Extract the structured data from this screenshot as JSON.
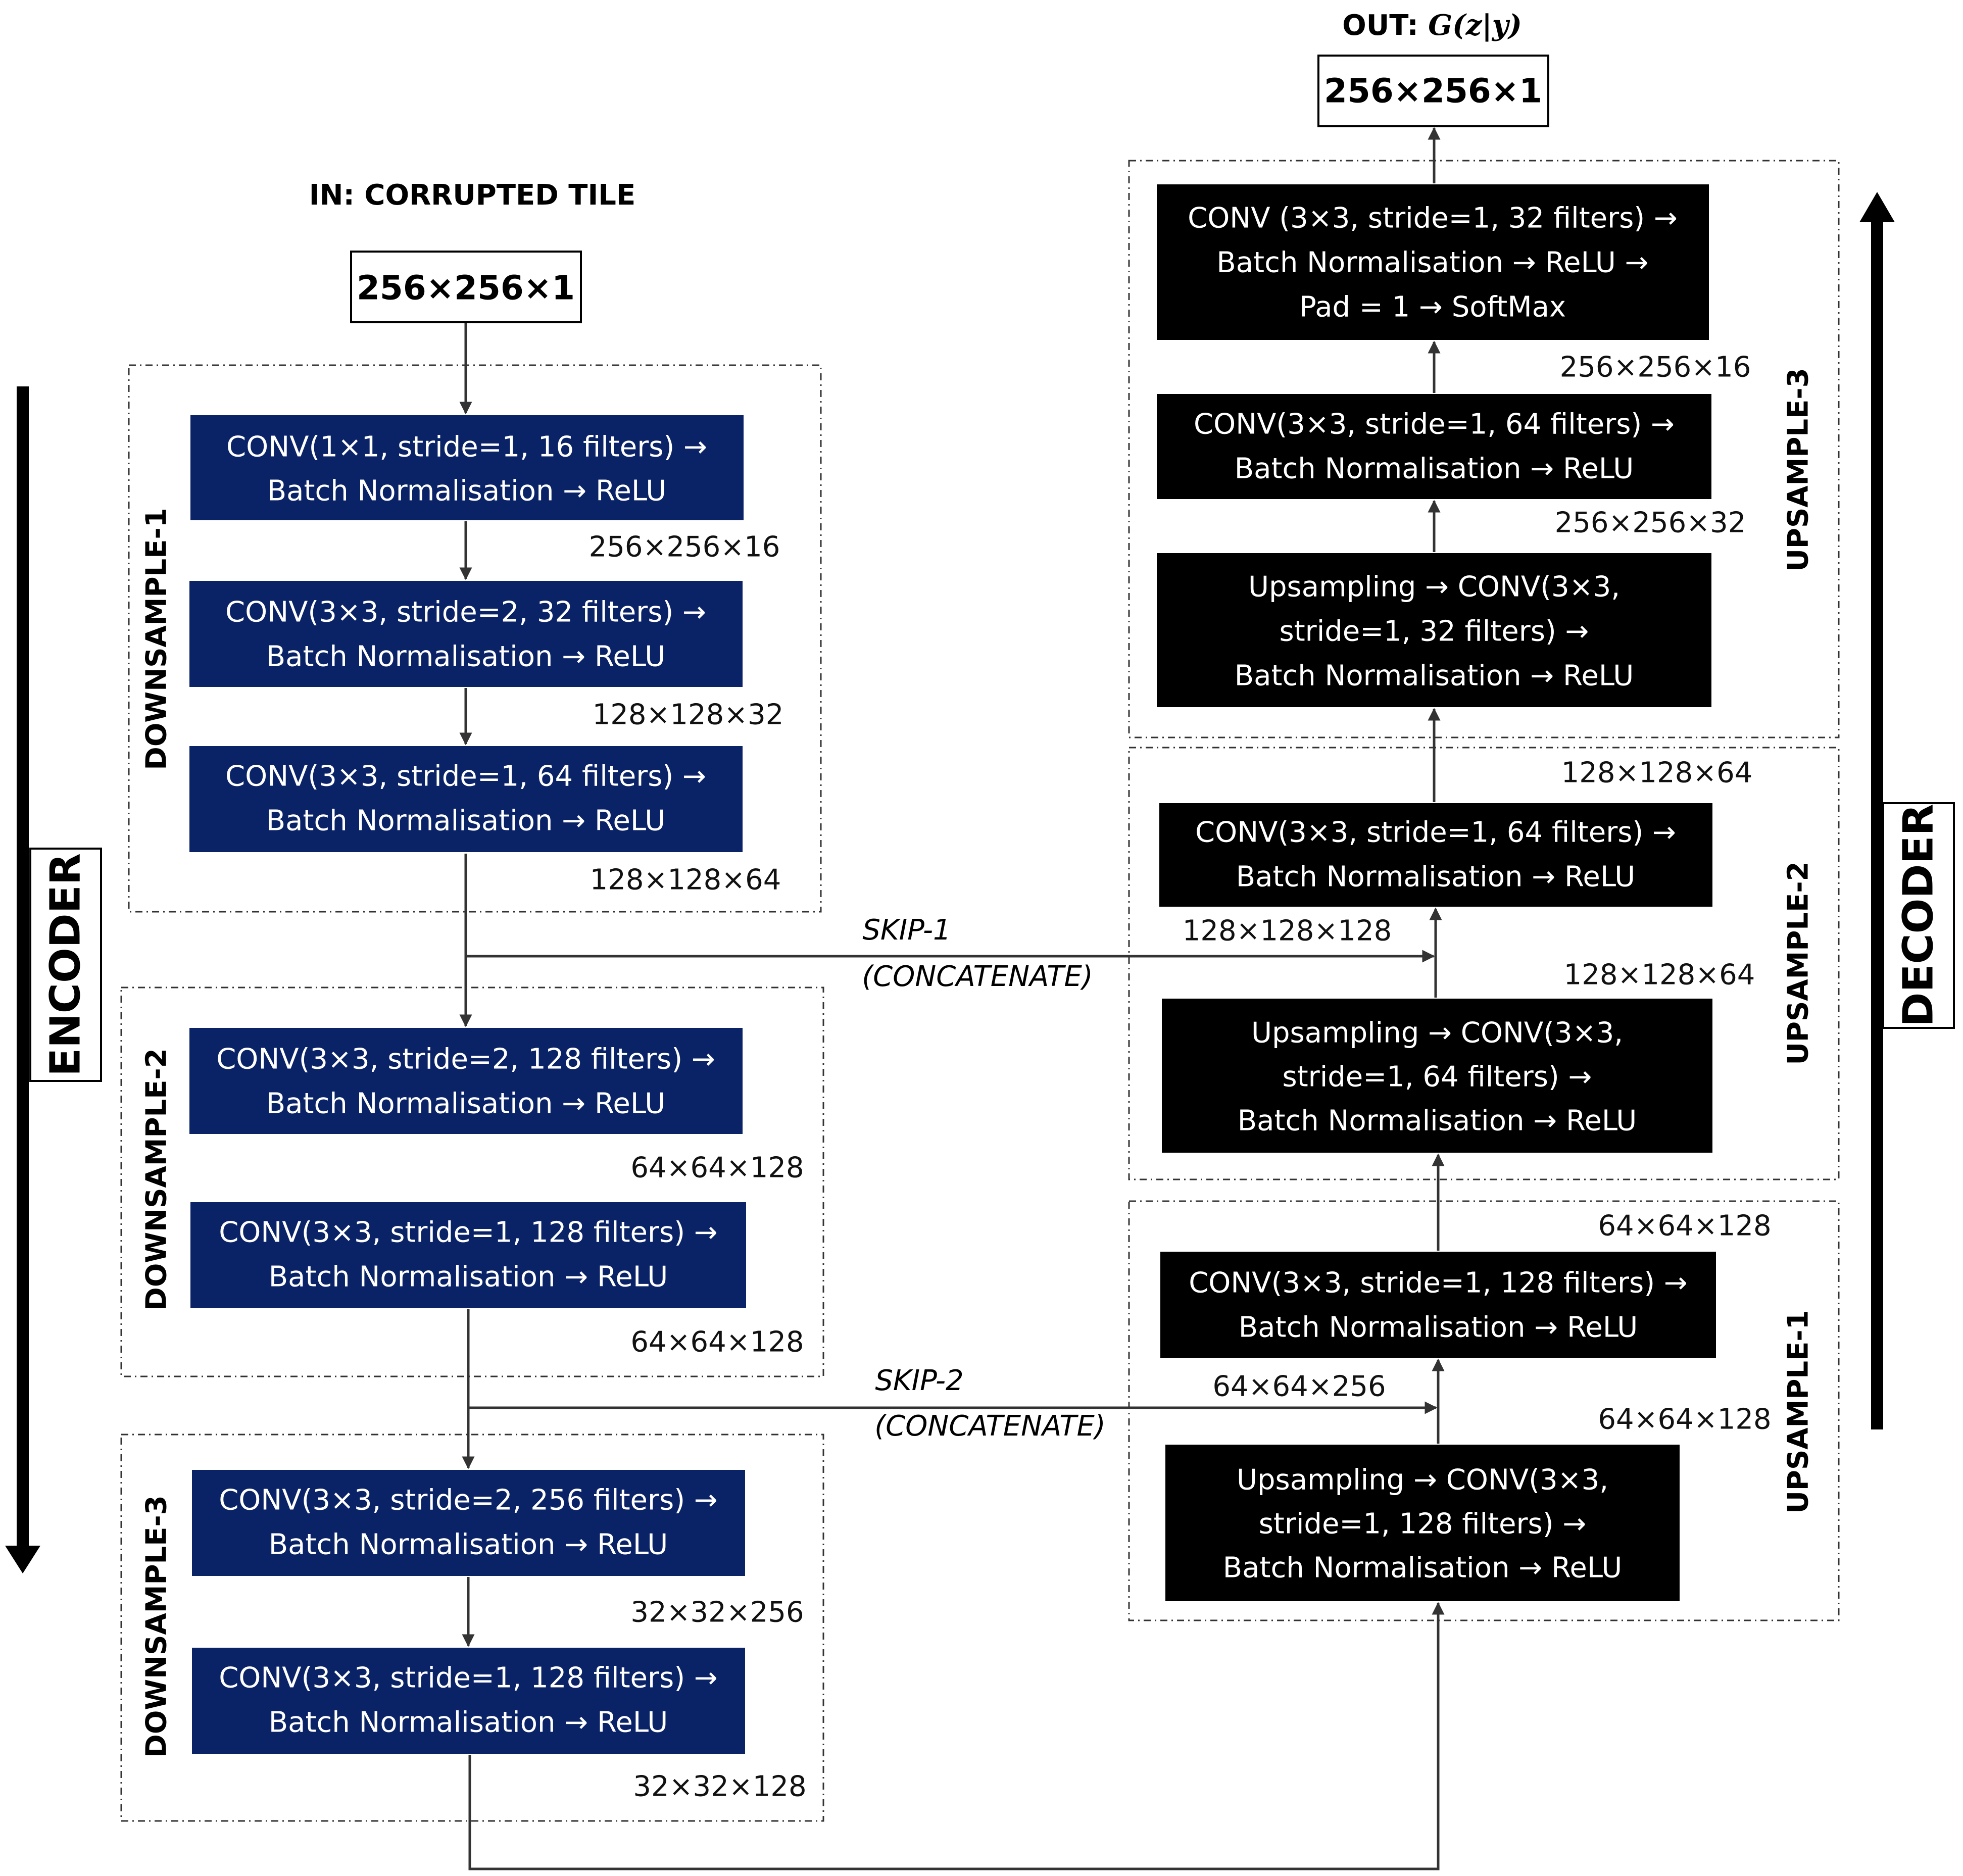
{
  "input": {
    "title": "IN: CORRUPTED TILE",
    "shape": "256×256×1"
  },
  "output": {
    "title_prefix": "OUT: ",
    "title_math": "G(z|y)",
    "shape": "256×256×1"
  },
  "side_labels": {
    "encoder": "ENCODER",
    "decoder": "DECODER"
  },
  "colors": {
    "encoder_block": "#0a2266",
    "decoder_block": "#000000",
    "block_text": "#ffffff"
  },
  "groups": {
    "downsample_1": "DOWNSAMPLE-1",
    "downsample_2": "DOWNSAMPLE-2",
    "downsample_3": "DOWNSAMPLE-3",
    "upsample_1": "UPSAMPLE-1",
    "upsample_2": "UPSAMPLE-2",
    "upsample_3": "UPSAMPLE-3"
  },
  "encoder": {
    "d1": [
      {
        "lines": [
          "CONV(1×1, stride=1, 16 filters) →",
          "Batch Normalisation → ReLU"
        ],
        "out": "256×256×16"
      },
      {
        "lines": [
          "CONV(3×3, stride=2, 32 filters) →",
          "Batch Normalisation → ReLU"
        ],
        "out": "128×128×32"
      },
      {
        "lines": [
          "CONV(3×3, stride=1, 64 filters) →",
          "Batch Normalisation → ReLU"
        ],
        "out": "128×128×64"
      }
    ],
    "d2": [
      {
        "lines": [
          "CONV(3×3, stride=2, 128 filters) →",
          "Batch Normalisation → ReLU"
        ],
        "out": "64×64×128"
      },
      {
        "lines": [
          "CONV(3×3, stride=1, 128 filters) →",
          "Batch Normalisation → ReLU"
        ],
        "out": "64×64×128"
      }
    ],
    "d3": [
      {
        "lines": [
          "CONV(3×3, stride=2, 256 filters) →",
          "Batch Normalisation → ReLU"
        ],
        "out": "32×32×256"
      },
      {
        "lines": [
          "CONV(3×3, stride=1, 128 filters) →",
          "Batch Normalisation → ReLU"
        ],
        "out": "32×32×128"
      }
    ]
  },
  "decoder": {
    "u1": [
      {
        "lines": [
          "Upsampling → CONV(3×3,",
          "stride=1, 128 filters) →",
          "Batch Normalisation → ReLU"
        ],
        "out": "64×64×128"
      },
      {
        "lines": [
          "CONV(3×3, stride=1, 128 filters) →",
          "Batch Normalisation → ReLU"
        ],
        "out": "64×64×128"
      }
    ],
    "u2": [
      {
        "lines": [
          "Upsampling → CONV(3×3,",
          "stride=1, 64 filters) →",
          "Batch Normalisation → ReLU"
        ],
        "out": "128×128×64"
      },
      {
        "lines": [
          "CONV(3×3, stride=1, 64 filters) →",
          "Batch Normalisation → ReLU"
        ],
        "out": "128×128×64"
      }
    ],
    "u3": [
      {
        "lines": [
          "Upsampling → CONV(3×3,",
          "stride=1, 32 filters) →",
          "Batch Normalisation → ReLU"
        ],
        "out": "256×256×32"
      },
      {
        "lines": [
          "CONV(3×3, stride=1, 64 filters) →",
          "Batch Normalisation → ReLU"
        ],
        "out": "256×256×16"
      },
      {
        "lines": [
          "CONV (3×3, stride=1, 32 filters) →",
          "Batch Normalisation → ReLU →",
          "Pad = 1 → SoftMax"
        ]
      }
    ]
  },
  "skips": [
    {
      "name": "SKIP-1",
      "op": "(CONCATENATE)",
      "out": "128×128×128"
    },
    {
      "name": "SKIP-2",
      "op": "(CONCATENATE)",
      "out": "64×64×256"
    }
  ]
}
